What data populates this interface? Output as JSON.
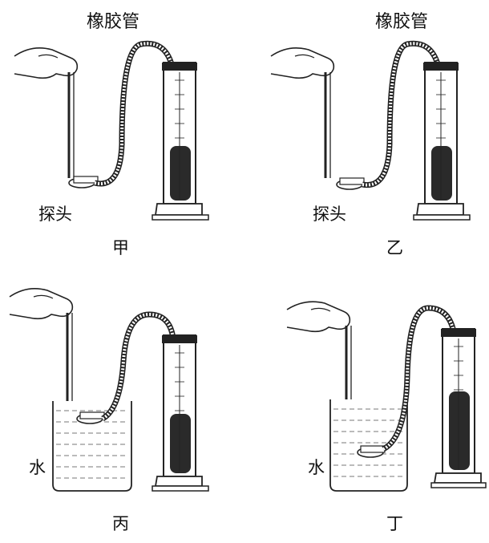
{
  "labels": {
    "tube_left": "橡胶管",
    "tube_right": "橡胶管",
    "probe_jia": "探头",
    "probe_yi": "探头",
    "water_bing": "水",
    "water_ding": "水"
  },
  "panels": [
    {
      "id": "jia",
      "caption": "甲",
      "in_water": false
    },
    {
      "id": "yi",
      "caption": "乙",
      "in_water": false
    },
    {
      "id": "bing",
      "caption": "丙",
      "in_water": true
    },
    {
      "id": "ding",
      "caption": "丁",
      "in_water": true
    }
  ],
  "colors": {
    "liquid": "#2a2a2a",
    "line": "#222222"
  }
}
